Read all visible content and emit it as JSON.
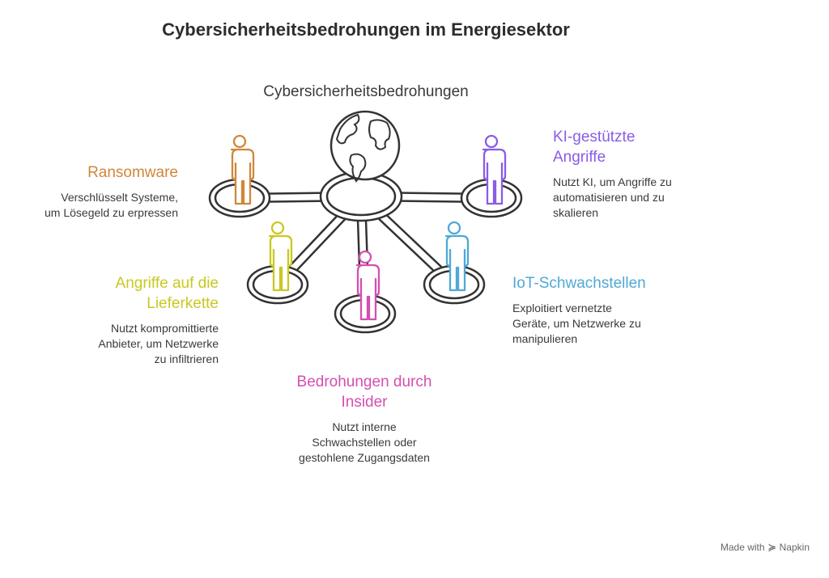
{
  "title": "Cybersicherheitsbedrohungen im Energiesektor",
  "center_label": "Cybersicherheitsbedrohungen",
  "threats": [
    {
      "title_lines": [
        "Ransomware"
      ],
      "desc_lines": [
        "Verschlüsselt Systeme,",
        "um Lösegeld zu erpressen"
      ],
      "color": "#d0873a"
    },
    {
      "title_lines": [
        "KI-gestützte",
        "Angriffe"
      ],
      "desc_lines": [
        "Nutzt KI, um Angriffe zu",
        "automatisieren und zu",
        "skalieren"
      ],
      "color": "#8a5ce6"
    },
    {
      "title_lines": [
        "Angriffe auf die",
        "Lieferkette"
      ],
      "desc_lines": [
        "Nutzt kompromittierte",
        "Anbieter, um Netzwerke",
        "zu infiltrieren"
      ],
      "color": "#c9c822"
    },
    {
      "title_lines": [
        "IoT-Schwachstellen"
      ],
      "desc_lines": [
        "Exploitiert vernetzte",
        "Geräte, um Netzwerke zu",
        "manipulieren"
      ],
      "color": "#4fa8d6"
    },
    {
      "title_lines": [
        "Bedrohungen durch",
        "Insider"
      ],
      "desc_lines": [
        "Nutzt interne",
        "Schwachstellen oder",
        "gestohlene Zugangsdaten"
      ],
      "color": "#d44fb0"
    }
  ],
  "footer": {
    "made_with": "Made with",
    "brand": "Napkin"
  }
}
